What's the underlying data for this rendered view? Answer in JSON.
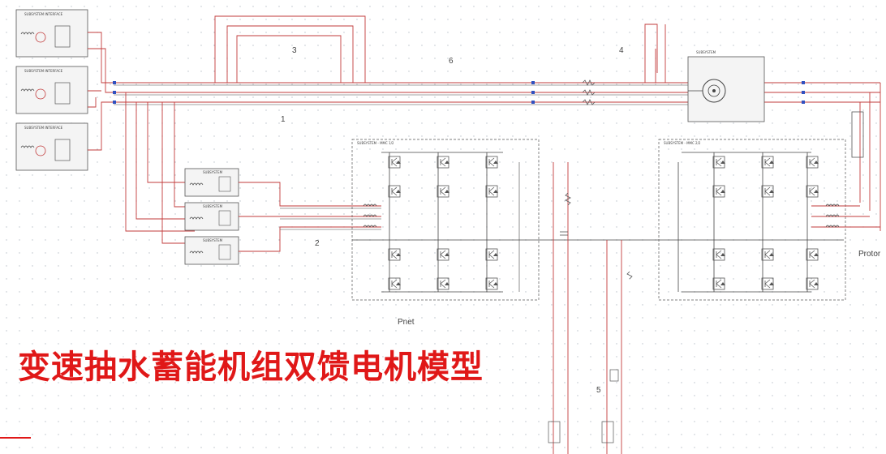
{
  "title": "变速抽水蓄能机组双馈电机模型",
  "labels": {
    "n1": "1",
    "n2": "2",
    "n3": "3",
    "n4": "4",
    "n5": "5",
    "n6": "6",
    "pnet": "Pnet",
    "protor": "Protor"
  },
  "components": {
    "source_iface": "SUBSYSTEM INTERFACE",
    "transformer_iface": "SUBSYSTEM",
    "machine": "SUBSYSTEM",
    "converter_grid": "SUBSYSTEM - MMC 1/2",
    "converter_rotor": "SUBSYSTEM - MMC 2/2"
  },
  "colors": {
    "wire_red": "#c23b3b",
    "wire_dark": "#444444",
    "title": "#e01818"
  }
}
